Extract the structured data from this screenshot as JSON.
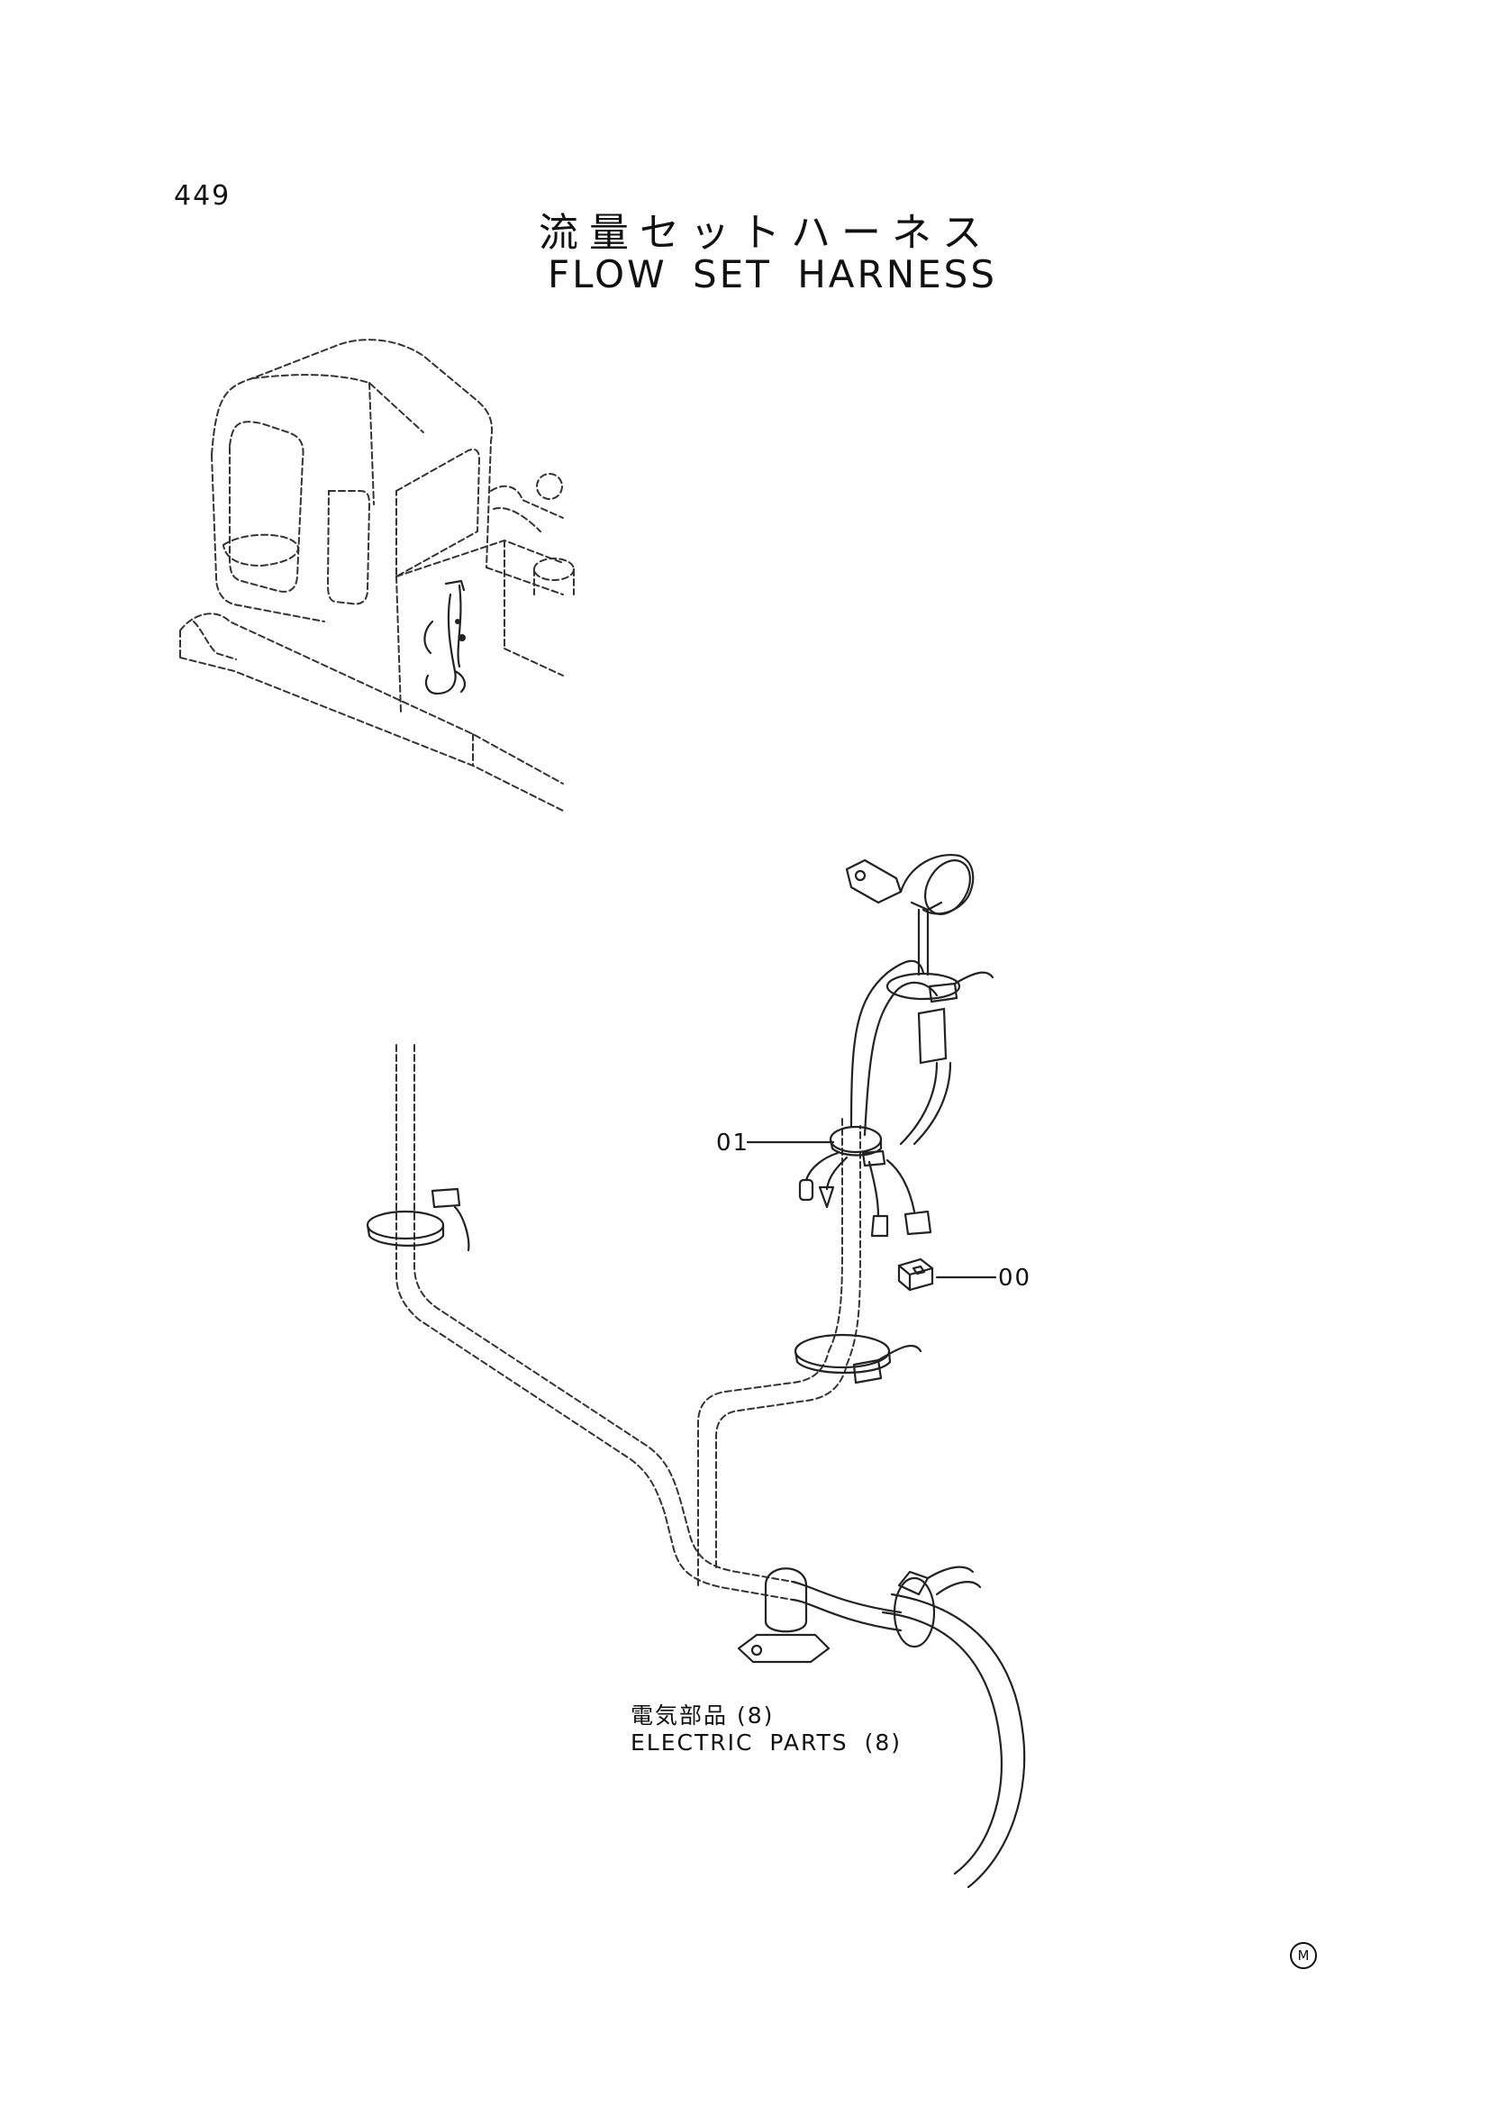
{
  "page_number": "449",
  "title_jp": "流量セットハーネス",
  "title_en": "FLOW SET HARNESS",
  "callouts": {
    "item_01": "01",
    "item_00": "00"
  },
  "reference": {
    "jp": "電気部品 (8)",
    "en": "ELECTRIC PARTS (8)"
  },
  "mark_glyph": "M",
  "icons": {
    "mark": "circled-m-icon",
    "machine": "excavator-cab-icon"
  }
}
